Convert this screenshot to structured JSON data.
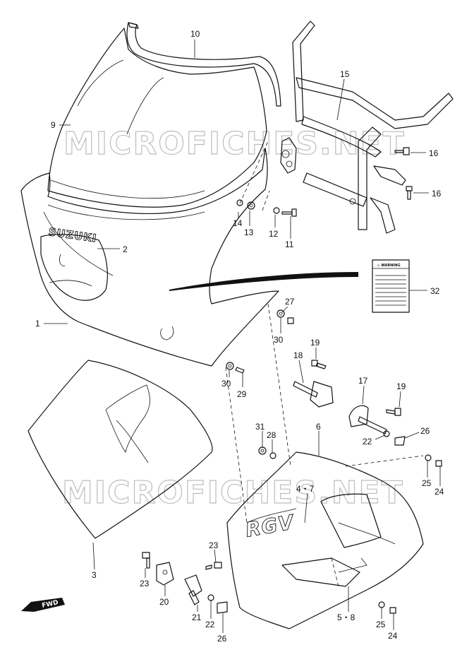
{
  "watermark": "MICROFICHES.NET",
  "brand_logo": "SUZUKI",
  "decal_logo": "RGV",
  "warning_label_title": "⚠ WARNING",
  "direction_label": "FWD",
  "callouts": [
    {
      "id": "c10",
      "text": "10"
    },
    {
      "id": "c9",
      "text": "9"
    },
    {
      "id": "c15",
      "text": "15"
    },
    {
      "id": "c16a",
      "text": "16"
    },
    {
      "id": "c16b",
      "text": "16"
    },
    {
      "id": "c14",
      "text": "14"
    },
    {
      "id": "c13",
      "text": "13"
    },
    {
      "id": "c12",
      "text": "12"
    },
    {
      "id": "c11",
      "text": "11"
    },
    {
      "id": "c2",
      "text": "2"
    },
    {
      "id": "c32",
      "text": "32"
    },
    {
      "id": "c1",
      "text": "1"
    },
    {
      "id": "c27",
      "text": "27"
    },
    {
      "id": "c30a",
      "text": "30"
    },
    {
      "id": "c19a",
      "text": "19"
    },
    {
      "id": "c18",
      "text": "18"
    },
    {
      "id": "c30b",
      "text": "30"
    },
    {
      "id": "c29",
      "text": "29"
    },
    {
      "id": "c17",
      "text": "17"
    },
    {
      "id": "c19b",
      "text": "19"
    },
    {
      "id": "c6",
      "text": "6"
    },
    {
      "id": "c31",
      "text": "31"
    },
    {
      "id": "c28",
      "text": "28"
    },
    {
      "id": "c26a",
      "text": "26"
    },
    {
      "id": "c22a",
      "text": "22"
    },
    {
      "id": "c25a",
      "text": "25"
    },
    {
      "id": "c24a",
      "text": "24"
    },
    {
      "id": "c47",
      "text": "4・7"
    },
    {
      "id": "c3",
      "text": "3"
    },
    {
      "id": "c23a",
      "text": "23"
    },
    {
      "id": "c23b",
      "text": "23"
    },
    {
      "id": "c20",
      "text": "20"
    },
    {
      "id": "c21",
      "text": "21"
    },
    {
      "id": "c22b",
      "text": "22"
    },
    {
      "id": "c26b",
      "text": "26"
    },
    {
      "id": "c58",
      "text": "5・8"
    },
    {
      "id": "c25b",
      "text": "25"
    },
    {
      "id": "c24b",
      "text": "24"
    }
  ]
}
